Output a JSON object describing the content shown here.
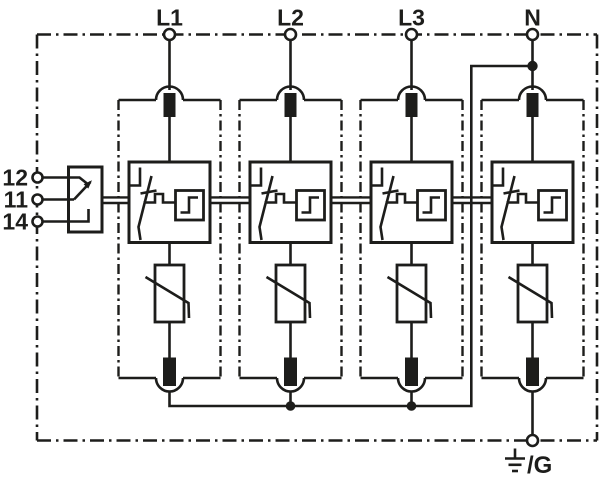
{
  "colors": {
    "line": "#1d1d1b",
    "background": "#ffffff"
  },
  "phase_terminals": [
    "L1",
    "L2",
    "L3",
    "N"
  ],
  "signal_terminals": [
    "12",
    "11",
    "14"
  ],
  "earth_label": "/G",
  "icons": {
    "phase_terminal": "terminal-circle",
    "plug_contact": "plug-in-contact",
    "disconnector": "thermal-disconnector-switch",
    "trigger_box": "trigger-step-waveform",
    "varistor": "varistor",
    "signal_contact": "changeover-contact",
    "junction": "junction-dot",
    "earth": "earth-ground-icon"
  }
}
